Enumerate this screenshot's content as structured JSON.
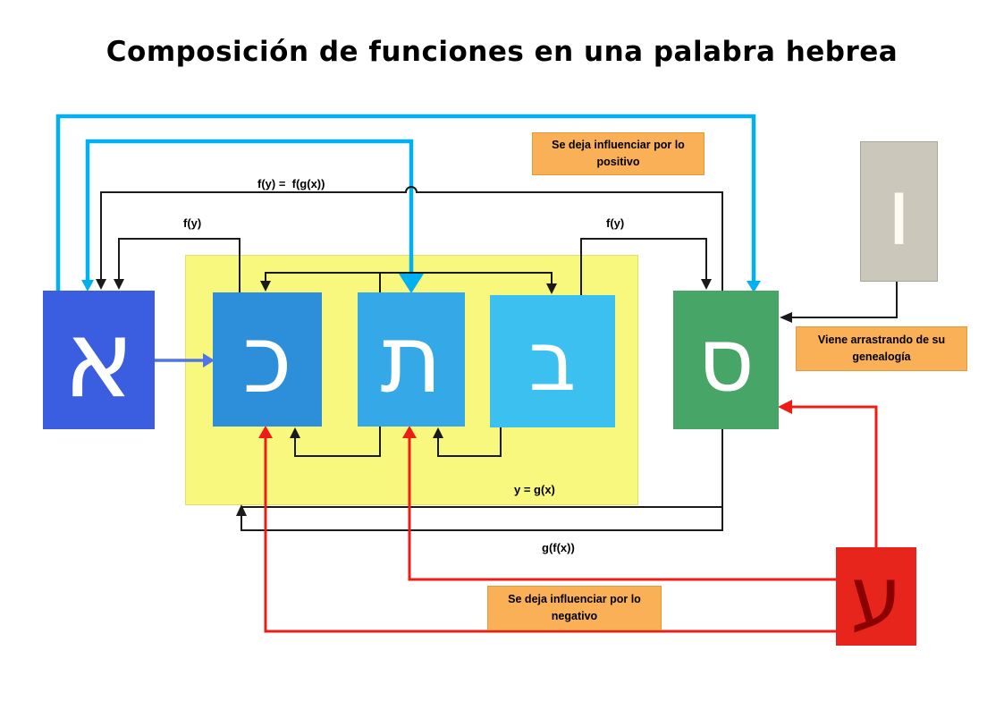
{
  "title": "Composición de funciones en una palabra hebrea",
  "diagram": {
    "boxes": {
      "aleph": {
        "letter": "א",
        "color": "#3b5ee0"
      },
      "kaf": {
        "letter": "כ",
        "color": "#2d8fd9"
      },
      "tav": {
        "letter": "ת",
        "color": "#35a8e8"
      },
      "bet": {
        "letter": "ב",
        "color": "#3cc0f0"
      },
      "samekh": {
        "letter": "ס",
        "color": "#46a567"
      },
      "vav": {
        "letter": "ו",
        "color": "#cbc7ba"
      },
      "ayin": {
        "letter": "ע",
        "color": "#e8251c"
      }
    },
    "annotations": {
      "positive": "Se deja influenciar por lo positivo",
      "genealogy": "Viene arrastrando de su genealogía",
      "negative": "Se deja influenciar por lo negativo"
    },
    "function_labels": {
      "composed": "f(y) =  f(g(x))",
      "fy_left": "f(y)",
      "fy_right": "f(y)",
      "inner_output": "y = g(x)",
      "feedback": "g(f(x))"
    },
    "colors": {
      "positive_arrow": "#00b0f0",
      "negative_arrow": "#ed1c16",
      "neutral_arrow": "#1a1a1a",
      "input_arrow": "#4f74e8",
      "inner_group_bg": "#f8f77e",
      "annotation_bg": "#f9b057"
    }
  }
}
